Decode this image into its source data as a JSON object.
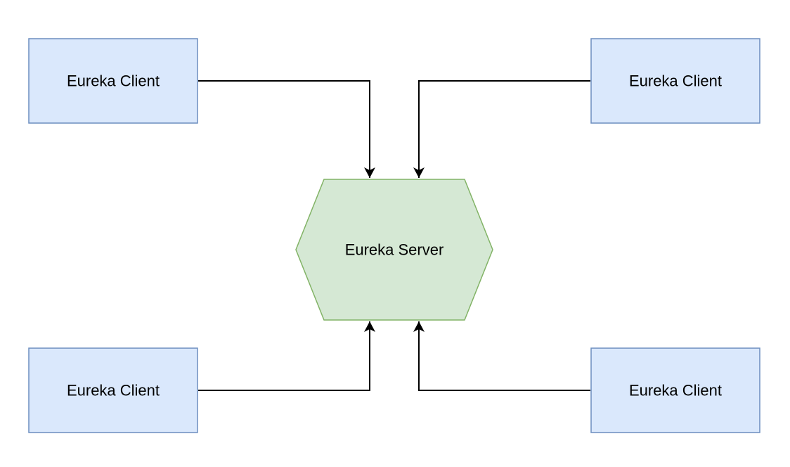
{
  "diagram": {
    "server": {
      "label": "Eureka Server",
      "fill": "#d5e8d4",
      "stroke": "#82b366"
    },
    "clients": [
      {
        "label": "Eureka Client"
      },
      {
        "label": "Eureka Client"
      },
      {
        "label": "Eureka Client"
      },
      {
        "label": "Eureka Client"
      }
    ],
    "client_style": {
      "fill": "#dae8fc",
      "stroke": "#6c8ebf"
    },
    "edge_color": "#000000"
  }
}
